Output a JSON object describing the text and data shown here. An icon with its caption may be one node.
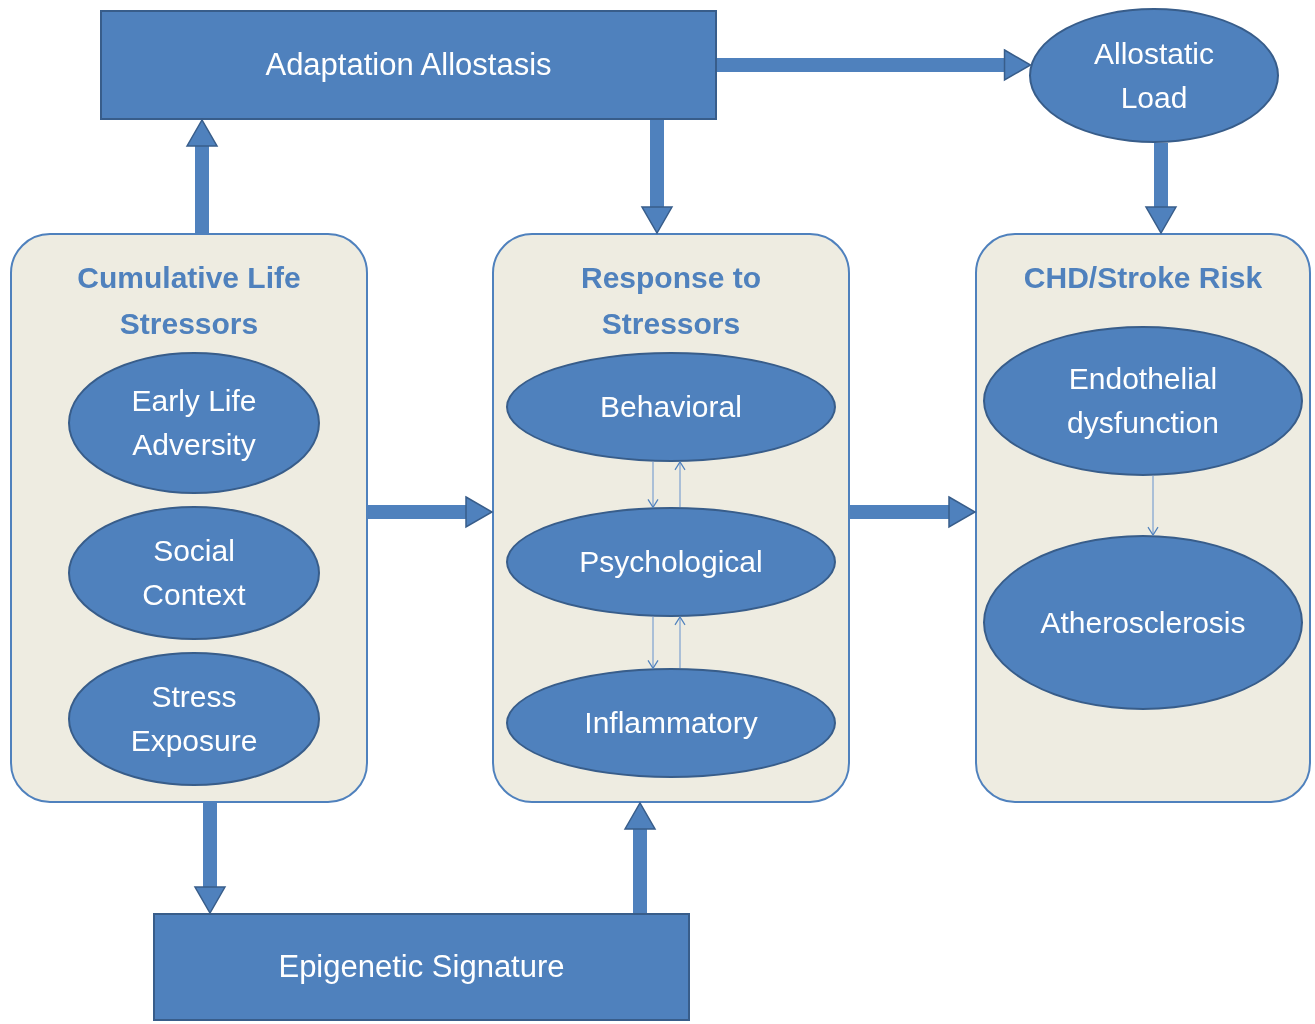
{
  "diagram": {
    "nodes": [
      {
        "text": [
          "Adaptation Allostasis"
        ]
      },
      {
        "text": [
          "Allostatic Load"
        ]
      },
      {
        "text": [
          "Cumulative Life Stressors"
        ]
      },
      {
        "text": [
          "Early Life Adversity"
        ],
        "in": 2
      },
      {
        "text": [
          "Social Context"
        ],
        "in": 2
      },
      {
        "text": [
          "Stress Exposure"
        ],
        "in": 2
      },
      {
        "text": [
          "Response to Stressors"
        ]
      },
      {
        "text": [
          "Behavioral"
        ],
        "in": 6
      },
      {
        "text": [
          "Psychological"
        ],
        "in": 6
      },
      {
        "text": [
          "Inflammatory"
        ],
        "in": 6
      },
      {
        "text": [
          "CHD/Stroke Risk"
        ]
      },
      {
        "text": [
          "Endothelial dysfunction"
        ],
        "in": 10
      },
      {
        "text": [
          "Atherosclerosis"
        ],
        "in": 10
      },
      {
        "text": [
          "Epigenetic Signature"
        ]
      }
    ],
    "edges": [
      {
        "from": 2,
        "to": 0,
        "arrow": "to"
      },
      {
        "from": 0,
        "to": 1,
        "arrow": "to"
      },
      {
        "from": 0,
        "to": 6,
        "arrow": "to"
      },
      {
        "from": 1,
        "to": 10,
        "arrow": "to"
      },
      {
        "from": 2,
        "to": 6,
        "arrow": "to"
      },
      {
        "from": 6,
        "to": 10,
        "arrow": "to"
      },
      {
        "from": 2,
        "to": 13,
        "arrow": "to"
      },
      {
        "from": 13,
        "to": 6,
        "arrow": "to"
      },
      {
        "from": 7,
        "to": 8,
        "arrow": "to",
        "color": "#7da2d0"
      },
      {
        "from": 8,
        "to": 7,
        "arrow": "to",
        "color": "#7da2d0"
      },
      {
        "from": 8,
        "to": 9,
        "arrow": "to",
        "color": "#7da2d0"
      },
      {
        "from": 9,
        "to": 8,
        "arrow": "to",
        "color": "#7da2d0"
      },
      {
        "from": 11,
        "to": 12,
        "arrow": "to",
        "color": "#7da2d0"
      }
    ]
  }
}
